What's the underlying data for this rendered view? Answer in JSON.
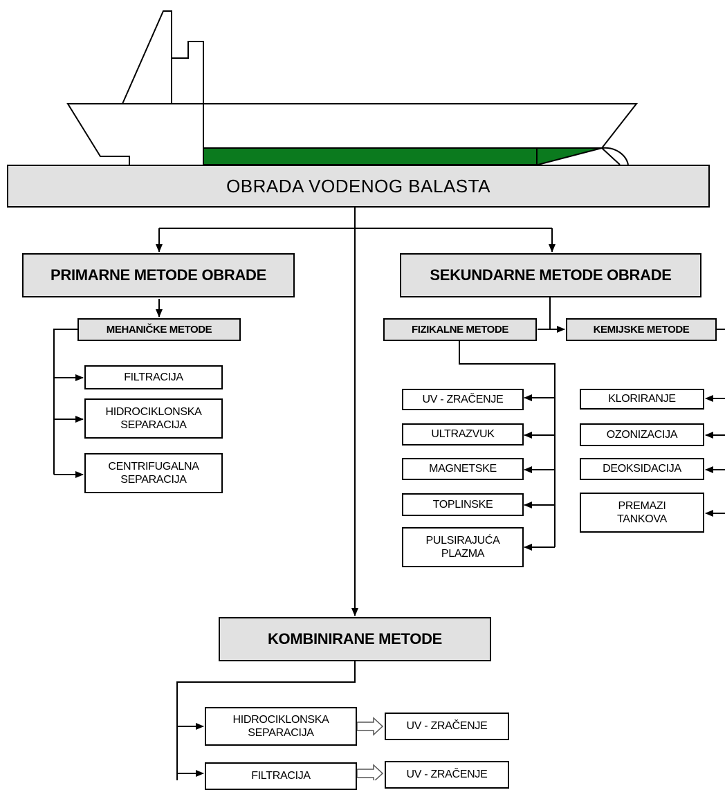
{
  "main_title": "OBRADA VODENOG BALASTA",
  "primary": {
    "title": "PRIMARNE METODE OBRADE",
    "group": "MEHANIČKE METODE",
    "items": [
      "FILTRACIJA",
      "HIDROCIKLONSKA\nSEPARACIJA",
      "CENTRIFUGALNA\nSEPARACIJA"
    ]
  },
  "secondary": {
    "title": "SEKUNDARNE METODE OBRADE",
    "physical": {
      "title": "FIZIKALNE METODE",
      "items": [
        "UV - ZRAČENJE",
        "ULTRAZVUK",
        "MAGNETSKE",
        "TOPLINSKE",
        "PULSIRAJUĆA\nPLAZMA"
      ]
    },
    "chemical": {
      "title": "KEMIJSKE METODE",
      "items": [
        "KLORIRANJE",
        "OZONIZACIJA",
        "DEOKSIDACIJA",
        "PREMAZI\nTANKOVA"
      ]
    }
  },
  "combined": {
    "title": "KOMBINIRANE METODE",
    "pairs": [
      {
        "first": "HIDROCIKLONSKA\nSEPARACIJA",
        "second": "UV - ZRAČENJE"
      },
      {
        "first": "FILTRACIJA",
        "second": "UV - ZRAČENJE"
      }
    ]
  },
  "colors": {
    "ballast_tank": "#0b7a1e",
    "box_fill": "#e1e1e1",
    "line": "#000000"
  },
  "icons": [
    "ship-outline-icon"
  ]
}
